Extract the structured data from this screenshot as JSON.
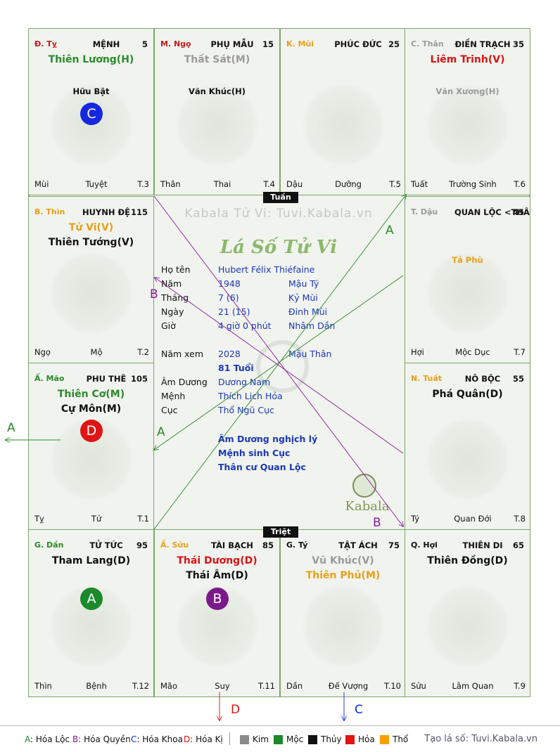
{
  "palaces": [
    {
      "id": "ty",
      "stem": "Đ. Tỵ",
      "stem_color": "#c41c1c",
      "name": "MỆNH",
      "num": "5",
      "stars": [
        {
          "text": "Thiên Lương(H)",
          "color": "#2a8a2a"
        }
      ],
      "minor": [
        {
          "text": "Hữu Bật",
          "color": "#111"
        }
      ],
      "badge": {
        "text": "C",
        "color": "#1528e0"
      },
      "branch": "Mùi",
      "stage": "Tuyệt",
      "tnum": "T.3"
    },
    {
      "id": "ngo",
      "stem": "M. Ngọ",
      "stem_color": "#c41c1c",
      "name": "PHỤ MẪU",
      "num": "15",
      "stars": [
        {
          "text": "Thất Sát(M)",
          "color": "#9a9a9a"
        }
      ],
      "minor": [
        {
          "text": "Văn Khúc(H)",
          "color": "#111"
        }
      ],
      "branch": "Thân",
      "stage": "Thai",
      "tnum": "T.4"
    },
    {
      "id": "mui",
      "stem": "K. Mùi",
      "stem_color": "#e6a019",
      "name": "PHÚC ĐỨC",
      "num": "25",
      "stars": [],
      "minor": [],
      "branch": "Dậu",
      "stage": "Dưỡng",
      "tnum": "T.5"
    },
    {
      "id": "than",
      "stem": "C. Thân",
      "stem_color": "#9a9a9a",
      "name": "ĐIỀN TRẠCH",
      "num": "35",
      "stars": [
        {
          "text": "Liêm Trinh(V)",
          "color": "#d81414"
        }
      ],
      "minor": [
        {
          "text": "Văn Xương(H)",
          "color": "#9a9a9a"
        }
      ],
      "branch": "Tuất",
      "stage": "Trường Sinh",
      "tnum": "T.6"
    },
    {
      "id": "thin",
      "stem": "B. Thìn",
      "stem_color": "#e6a019",
      "name": "HUYNH ĐỆ",
      "num": "115",
      "stars": [
        {
          "text": "Tử Vi(V)",
          "color": "#e6a019"
        },
        {
          "text": "Thiên Tướng(V)",
          "color": "#111"
        }
      ],
      "minor": [],
      "branch": "Ngọ",
      "stage": "Mộ",
      "tnum": "T.2"
    },
    {
      "id": "dau",
      "stem": "T. Dậu",
      "stem_color": "#9a9a9a",
      "name": "QUAN LỘC <THÂN>",
      "num": "45",
      "stars": [],
      "minor": [
        {
          "text": "Tả Phù",
          "color": "#e6a019"
        }
      ],
      "branch": "Hợi",
      "stage": "Mộc Dục",
      "tnum": "T.7"
    },
    {
      "id": "mao",
      "stem": "Ấ. Mão",
      "stem_color": "#2a8a2a",
      "name": "PHU THÊ",
      "num": "105",
      "stars": [
        {
          "text": "Thiên Cơ(M)",
          "color": "#2a8a2a"
        },
        {
          "text": "Cự Môn(M)",
          "color": "#111"
        }
      ],
      "minor": [],
      "badge": {
        "text": "D",
        "color": "#e01414"
      },
      "branch": "Tỵ",
      "stage": "Tử",
      "tnum": "T.1"
    },
    {
      "id": "tuat",
      "stem": "N. Tuất",
      "stem_color": "#e6a019",
      "name": "NÔ BỘC",
      "num": "55",
      "stars": [
        {
          "text": "Phá Quân(D)",
          "color": "#111"
        }
      ],
      "minor": [],
      "branch": "Tý",
      "stage": "Quan Đới",
      "tnum": "T.8"
    },
    {
      "id": "dan",
      "stem": "G. Dần",
      "stem_color": "#2a8a2a",
      "name": "TỬ TỨC",
      "num": "95",
      "stars": [
        {
          "text": "Tham Lang(D)",
          "color": "#111"
        }
      ],
      "minor": [],
      "badge": {
        "text": "A",
        "color": "#1a8a2a"
      },
      "branch": "Thìn",
      "stage": "Bệnh",
      "tnum": "T.12"
    },
    {
      "id": "suu",
      "stem": "Ấ. Sửu",
      "stem_color": "#e6a019",
      "name": "TÀI BẠCH",
      "num": "85",
      "stars": [
        {
          "text": "Thái Dương(D)",
          "color": "#d81414"
        },
        {
          "text": "Thái Âm(D)",
          "color": "#111"
        }
      ],
      "minor": [],
      "badge": {
        "text": "B",
        "color": "#7a1a8a"
      },
      "branch": "Mão",
      "stage": "Suy",
      "tnum": "T.11"
    },
    {
      "id": "ti",
      "stem": "G. Tý",
      "stem_color": "#111",
      "name": "TẬT ÁCH",
      "num": "75",
      "stars": [
        {
          "text": "Vũ Khúc(V)",
          "color": "#9a9a9a"
        },
        {
          "text": "Thiên Phủ(M)",
          "color": "#e6a019"
        }
      ],
      "minor": [],
      "branch": "Dần",
      "stage": "Đế Vượng",
      "tnum": "T.10"
    },
    {
      "id": "hoi",
      "stem": "Q. Hợi",
      "stem_color": "#111",
      "name": "THIÊN DI",
      "num": "65",
      "stars": [
        {
          "text": "Thiên Đồng(D)",
          "color": "#111"
        }
      ],
      "minor": [],
      "branch": "Sửu",
      "stage": "Lâm Quan",
      "tnum": "T.9"
    }
  ],
  "center": {
    "site_watermark": "Kabala Tử Vi: Tuvi.Kabala.vn",
    "title": "Lá Số Tử Vi",
    "rows": [
      {
        "k": "Họ tên",
        "v1": "Hubert Félix Thiéfaine",
        "v2": ""
      },
      {
        "k": "Năm",
        "v1": "1948",
        "v2": "Mậu Tý"
      },
      {
        "k": "Tháng",
        "v1": "7  (6)",
        "v2": "Kỷ Mùi"
      },
      {
        "k": "Ngày",
        "v1": "21  (15)",
        "v2": "Đinh Mùi"
      },
      {
        "k": "Giờ",
        "v1": "4 giờ 0 phút",
        "v2": "Nhâm Dần"
      },
      {
        "k": "Năm xem",
        "v1": "2028",
        "v2": "Mậu Thân"
      },
      {
        "k": "",
        "v1": "81 Tuổi",
        "v2": ""
      },
      {
        "k": "Âm Dương",
        "v1": "Dương Nam",
        "v2": ""
      },
      {
        "k": "Mệnh",
        "v1": "Thích Lịch Hỏa",
        "v2": ""
      },
      {
        "k": "Cục",
        "v1": "Thổ Ngũ Cục",
        "v2": ""
      }
    ],
    "notes": [
      "Âm Dương nghịch lý",
      "Mệnh sinh Cục",
      "Thân cư Quan Lộc"
    ],
    "brand": "Kabala"
  },
  "tags": {
    "tuan": "Tuần",
    "triet": "Triệt"
  },
  "arrow_labels": {
    "a": "A",
    "b": "B",
    "c": "C",
    "d": "D"
  },
  "legend": {
    "hoa": [
      {
        "key": "A",
        "label": ": Hóa Lộc",
        "color": "#1a8a2a"
      },
      {
        "key": "B",
        "label": ": Hóa Quyền",
        "color": "#7a1a8a"
      },
      {
        "key": "C",
        "label": ": Hóa Khoa",
        "color": "#1528e0"
      },
      {
        "key": "D",
        "label": ": Hóa Kị",
        "color": "#d81414"
      }
    ],
    "elements": [
      {
        "label": "Kim",
        "color": "#8a8a8a"
      },
      {
        "label": "Mộc",
        "color": "#1a8a2a"
      },
      {
        "label": "Thủy",
        "color": "#111111"
      },
      {
        "label": "Hỏa",
        "color": "#e01414"
      },
      {
        "label": "Thổ",
        "color": "#f5a000"
      }
    ],
    "site": "Tạo lá số: Tuvi.Kabala.vn"
  }
}
